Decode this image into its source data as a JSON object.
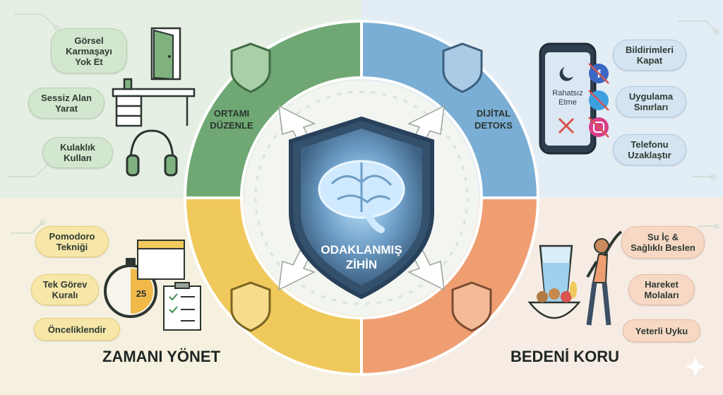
{
  "center": {
    "label": "ODAKLANMIŞ\nZİHİN"
  },
  "quadrants": {
    "environment": {
      "title": "ORTAMI\nDÜZENLE",
      "items": [
        "Görsel\nKarmaşayı\nYok Et",
        "Sessiz Alan\nYarat",
        "Kulaklık\nKullan"
      ]
    },
    "digital": {
      "title": "DİJİTAL\nDETOKS",
      "items": [
        "Bildirimleri\nKapat",
        "Uygulama\nSınırları",
        "Telefonu\nUzaklaştır"
      ],
      "phone_text": "Rahatsız\nEtme"
    },
    "time": {
      "title": "ZAMANI YÖNET",
      "items": [
        "Pomodoro\nTekniği",
        "Tek Görev\nKuralı",
        "Önceliklendir"
      ],
      "timer_value": "25"
    },
    "body": {
      "title": "BEDENİ KORU",
      "items": [
        "Su İç &\nSağlıklı Beslen",
        "Hareket\nMolaları",
        "Yeterli Uyku"
      ]
    }
  },
  "colors": {
    "green": "#6fa874",
    "blue": "#7aaed5",
    "yellow": "#f0c95c",
    "orange": "#ef9e72",
    "shield": "#4a6f8e"
  }
}
